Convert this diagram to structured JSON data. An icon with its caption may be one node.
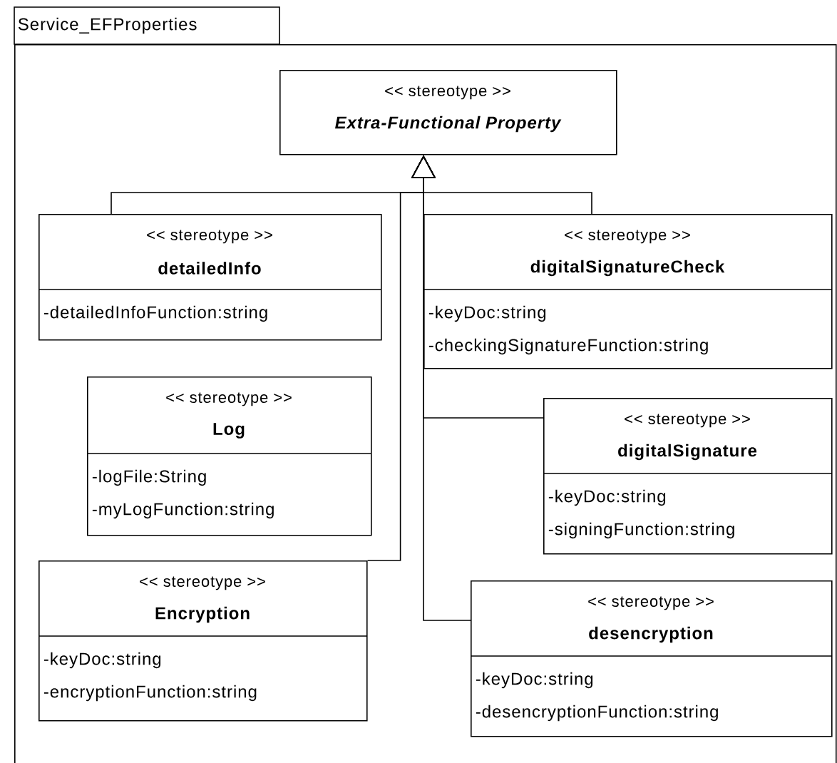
{
  "diagram": {
    "nodes": [
      {
        "text": [
          "Service_EFProperties"
        ]
      },
      {
        "text": [
          "<< stereotype >>",
          "Extra-Functional Property"
        ],
        "in": 0
      },
      {
        "text": [
          "<< stereotype >>",
          "detailedInfo",
          "-detailedInfoFunction:string"
        ],
        "in": 0
      },
      {
        "text": [
          "<< stereotype >>",
          "digitalSignatureCheck",
          "-keyDoc:string",
          "-checkingSignatureFunction:string"
        ],
        "in": 0
      },
      {
        "text": [
          "<< stereotype >>",
          "Log",
          "-logFile:String",
          "-myLogFunction:string"
        ],
        "in": 0
      },
      {
        "text": [
          "<< stereotype >>",
          "digitalSignature",
          "-keyDoc:string",
          "-signingFunction:string"
        ],
        "in": 0
      },
      {
        "text": [
          "<< stereotype >>",
          "Encryption",
          "-keyDoc:string",
          "-encryptionFunction:string"
        ],
        "in": 0
      },
      {
        "text": [
          "<< stereotype >>",
          "desencryption",
          "-keyDoc:string",
          "-desencryptionFunction:string"
        ],
        "in": 0
      }
    ],
    "edges": [
      {
        "from": 2,
        "to": 1,
        "arrow": "to"
      },
      {
        "from": 3,
        "to": 1,
        "arrow": "to"
      },
      {
        "from": 6,
        "to": 1,
        "arrow": "to"
      },
      {
        "from": 5,
        "to": 1,
        "arrow": "to"
      },
      {
        "from": 7,
        "to": 1,
        "arrow": "to"
      }
    ]
  }
}
